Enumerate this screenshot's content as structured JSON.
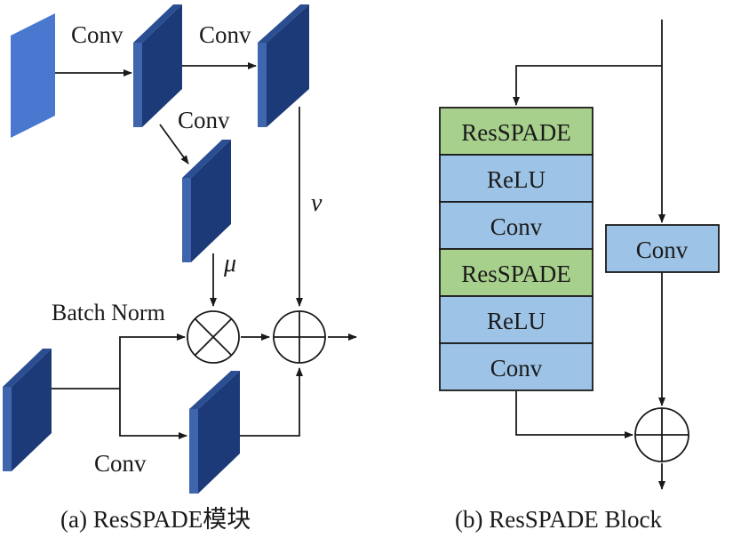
{
  "left": {
    "conv_top_1": "Conv",
    "conv_top_2": "Conv",
    "conv_mid": "Conv",
    "mu": "μ",
    "nu": "ν",
    "batch_norm": "Batch Norm",
    "conv_bottom": "Conv",
    "caption": "(a) ResSPADE模块"
  },
  "right": {
    "stack": [
      {
        "label": "ResSPADE",
        "kind": "spade"
      },
      {
        "label": "ReLU",
        "kind": "blue"
      },
      {
        "label": "Conv",
        "kind": "blue"
      },
      {
        "label": "ResSPADE",
        "kind": "spade"
      },
      {
        "label": "ReLU",
        "kind": "blue"
      },
      {
        "label": "Conv",
        "kind": "blue"
      }
    ],
    "skip_conv": "Conv",
    "caption": "(b) ResSPADE Block"
  },
  "colors": {
    "layer_front": "#3f66ad",
    "layer_side": "#1d3a78",
    "layer_top": "#2b4e93",
    "spade_fill": "#a8d08d",
    "blue_fill": "#9dc3e6",
    "line": "#1a1a1a"
  }
}
